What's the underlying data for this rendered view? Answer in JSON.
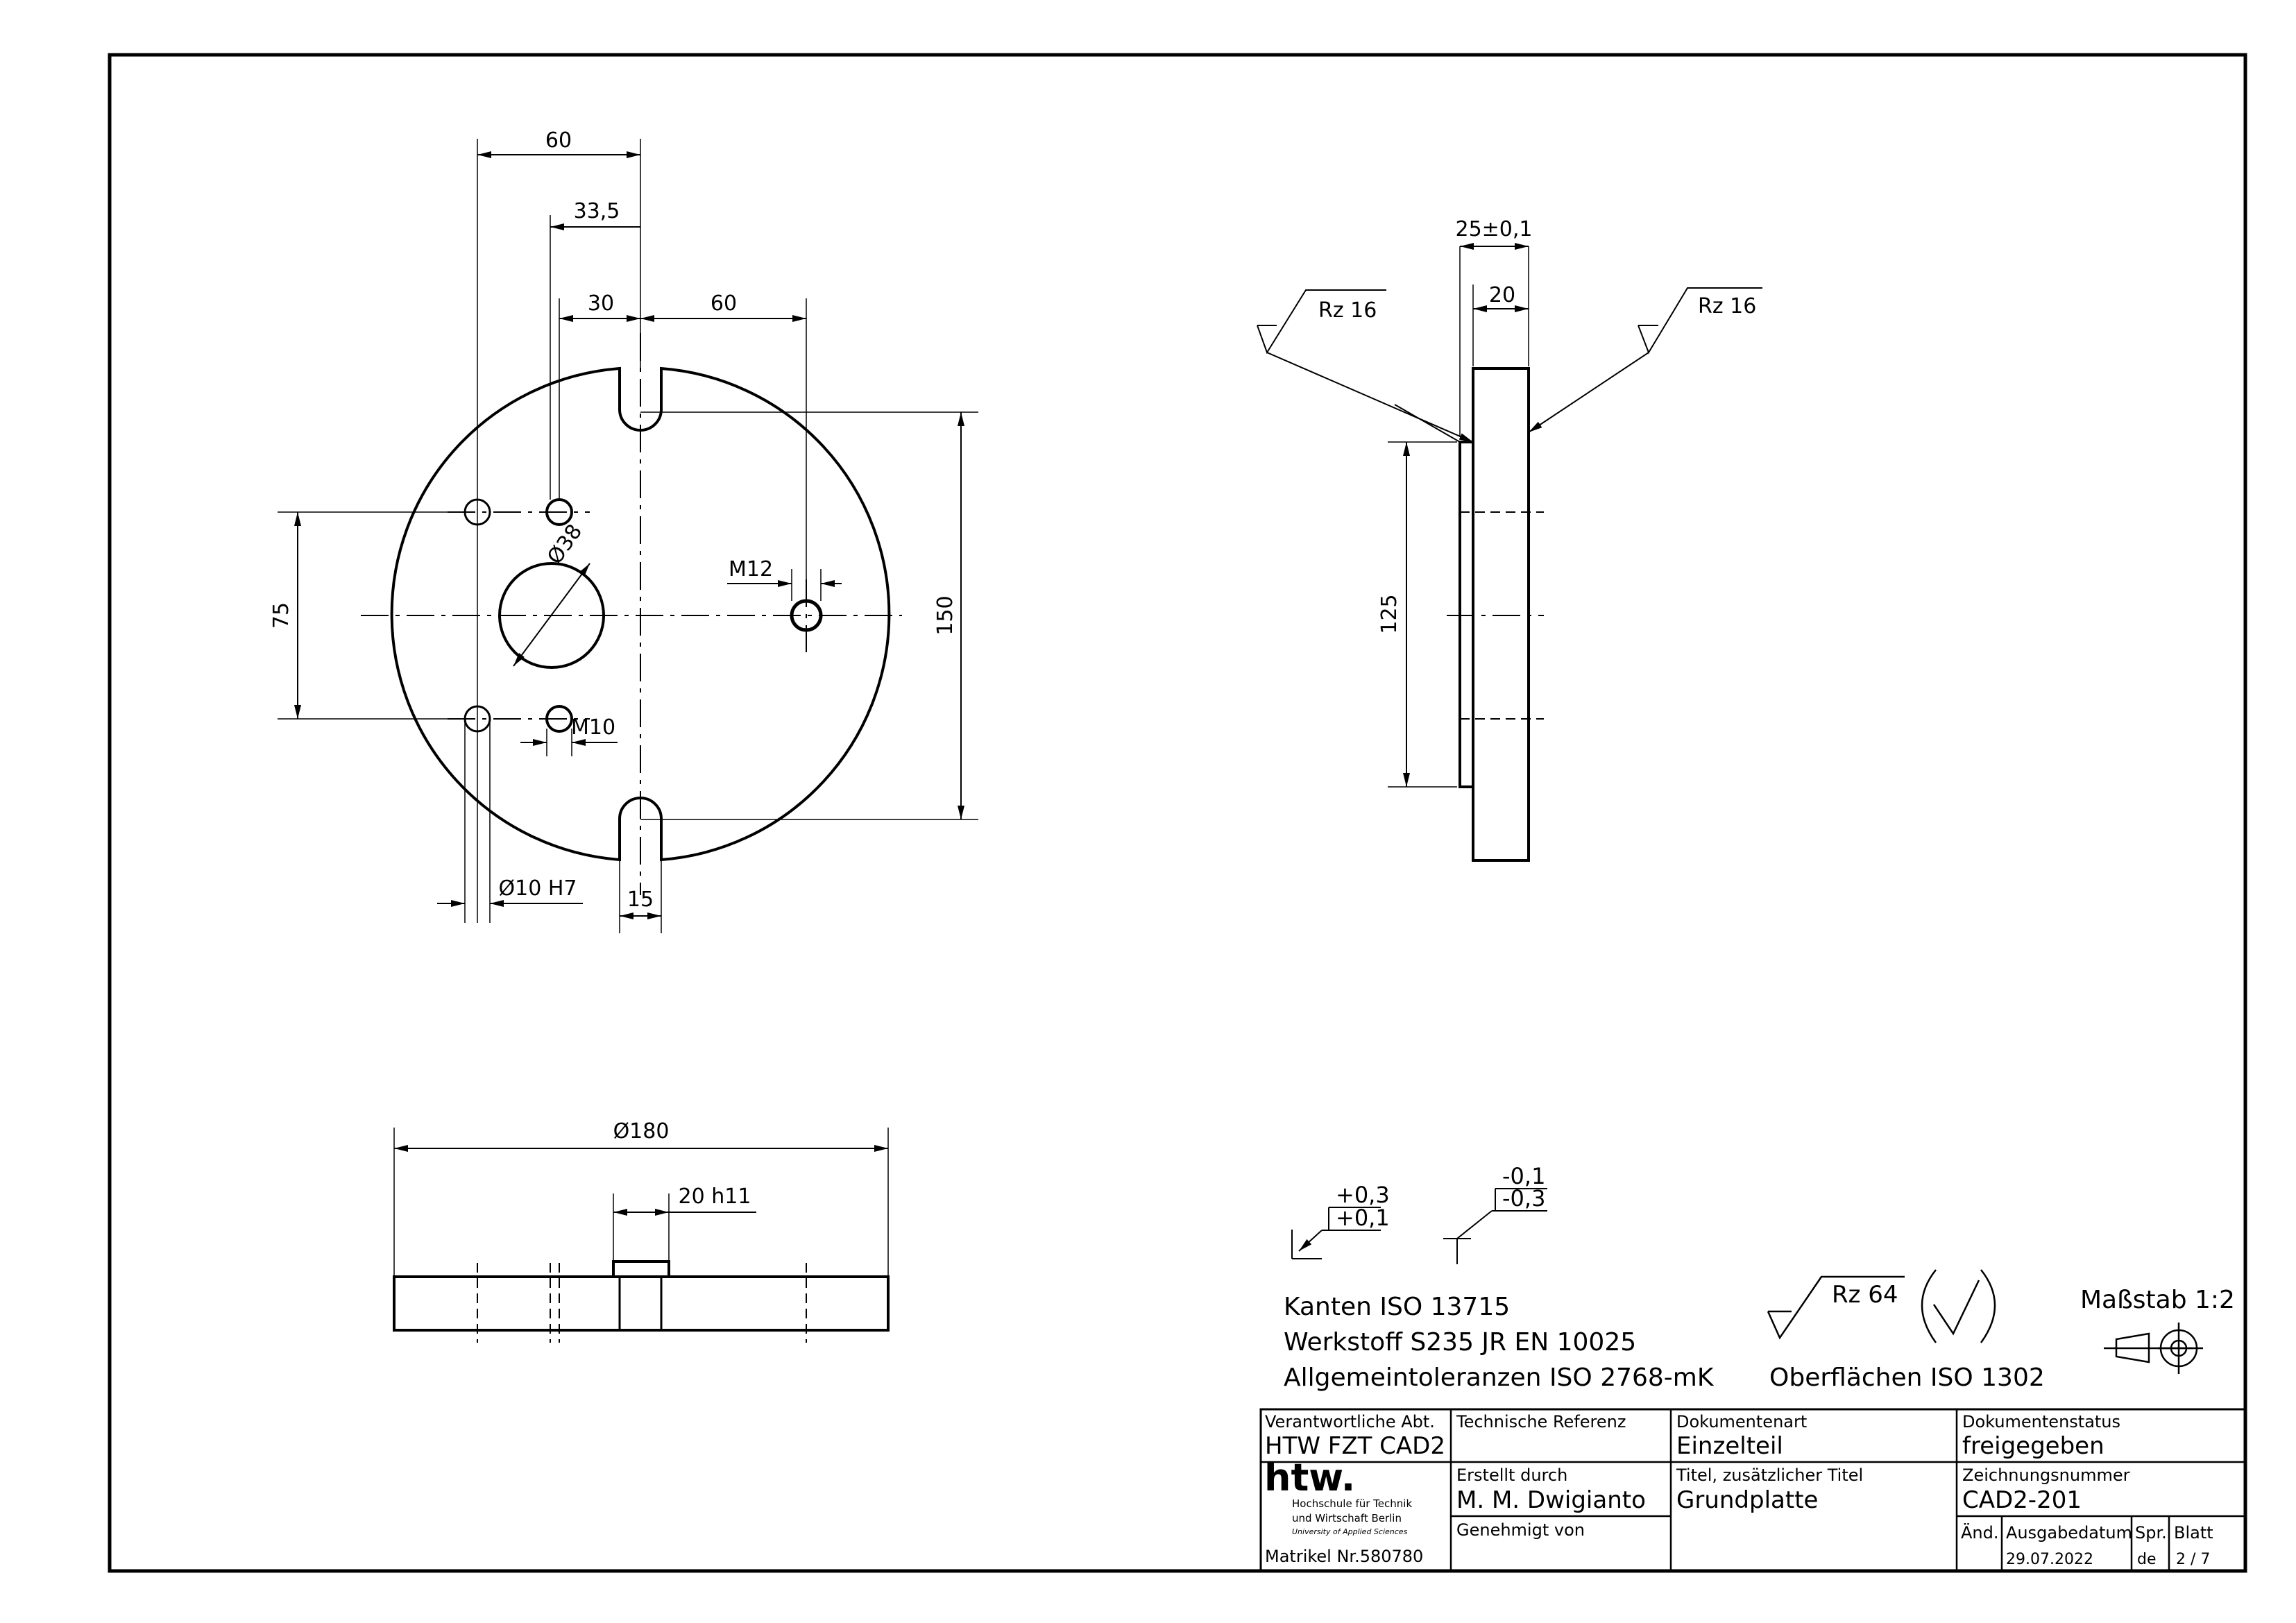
{
  "dimensions": {
    "d60_top": "60",
    "d33_5": "33,5",
    "d30": "30",
    "d60_right": "60",
    "d38": "Ø38",
    "m12": "M12",
    "m10": "M10",
    "d75": "75",
    "d150": "150",
    "d10h7": "Ø10 H7",
    "d15": "15",
    "d180": "Ø180",
    "d20h11": "20 h11",
    "d25": "25±0,1",
    "d20_side": "20",
    "d125": "125"
  },
  "surface": {
    "rz16_left": "Rz 16",
    "rz16_right": "Rz 16",
    "rz64": "Rz 64"
  },
  "edges": {
    "outer_upper": "+0,3",
    "outer_lower": "+0,1",
    "inner_upper": "-0,1",
    "inner_lower": "-0,3"
  },
  "notes": {
    "kanten": "Kanten ISO 13715",
    "werkstoff": "Werkstoff S235 JR EN 10025",
    "toleranzen": "Allgemeintoleranzen ISO 2768-mK",
    "oberflaechen": "Oberflächen ISO 1302",
    "massstab": "Maßstab 1:2"
  },
  "title_block": {
    "verantwortliche_label": "Verantwortliche Abt.",
    "verantwortliche_value": "HTW FZT CAD2",
    "technische_referenz_label": "Technische Referenz",
    "dokumentenart_label": "Dokumentenart",
    "dokumentenart_value": "Einzelteil",
    "dokumentenstatus_label": "Dokumentenstatus",
    "dokumentenstatus_value": "freigegeben",
    "erstellt_label": "Erstellt durch",
    "erstellt_value": "M. M. Dwigianto",
    "titel_label": "Titel, zusätzlicher Titel",
    "titel_value": "Grundplatte",
    "zeichnungsnummer_label": "Zeichnungsnummer",
    "zeichnungsnummer_value": "CAD2-201",
    "genehmigt_label": "Genehmigt von",
    "logo_text": "htw.",
    "hochschule_line1": "Hochschule für Technik",
    "hochschule_line2": "und Wirtschaft Berlin",
    "hochschule_line3": "University of Applied Sciences",
    "matrikel": "Matrikel Nr.580780",
    "aend_label": "Änd.",
    "ausgabedatum_label": "Ausgabedatum",
    "ausgabedatum_value": "29.07.2022",
    "spr_label": "Spr.",
    "spr_value": "de",
    "blatt_label": "Blatt",
    "blatt_value": "2 / 7"
  },
  "colors": {
    "ink": "#000000",
    "paper": "#ffffff"
  }
}
